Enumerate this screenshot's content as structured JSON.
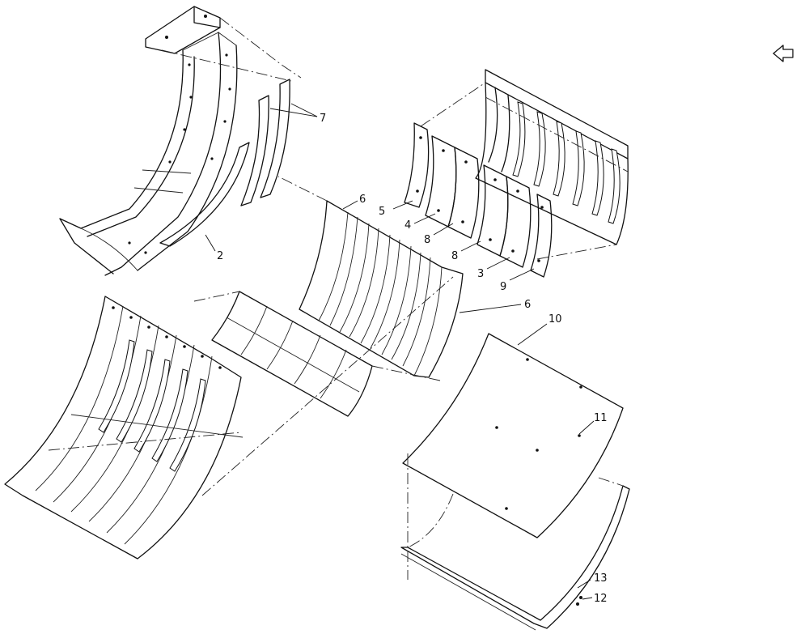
{
  "callouts": [
    {
      "id": "c7",
      "text": "7"
    },
    {
      "id": "c2",
      "text": "2"
    },
    {
      "id": "c6a",
      "text": "6"
    },
    {
      "id": "c5",
      "text": "5"
    },
    {
      "id": "c4",
      "text": "4"
    },
    {
      "id": "c8a",
      "text": "8"
    },
    {
      "id": "c8b",
      "text": "8"
    },
    {
      "id": "c3",
      "text": "3"
    },
    {
      "id": "c9",
      "text": "9"
    },
    {
      "id": "c6b",
      "text": "6"
    },
    {
      "id": "c10",
      "text": "10"
    },
    {
      "id": "c11",
      "text": "11"
    },
    {
      "id": "c13",
      "text": "13"
    },
    {
      "id": "c12",
      "text": "12"
    }
  ],
  "icons": {
    "corner": "hand-pointer-icon"
  }
}
